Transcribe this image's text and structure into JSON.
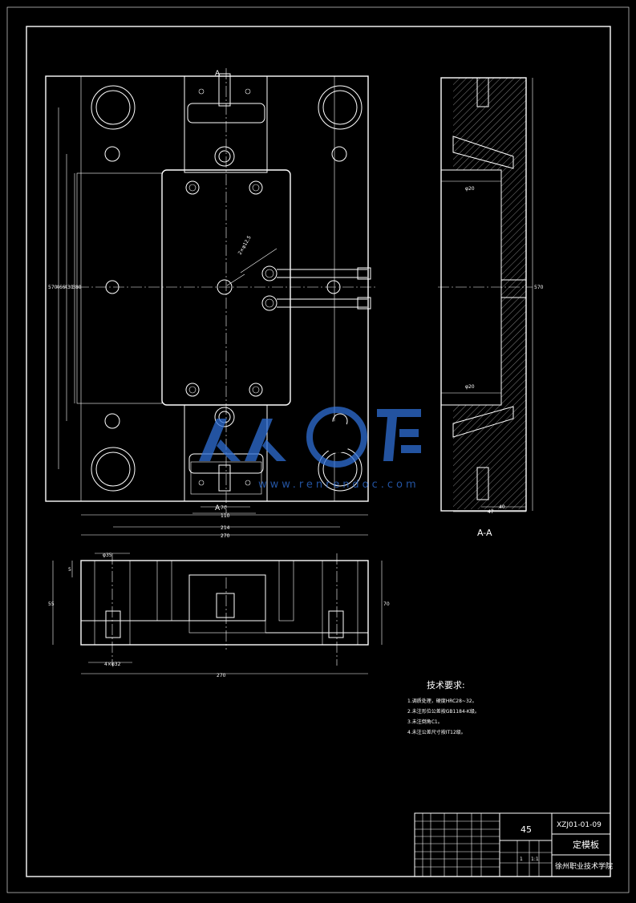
{
  "drawing": {
    "section_label": "A-A",
    "section_marks": [
      "A",
      "A"
    ],
    "watermark": {
      "brand": "人人文库",
      "url": "www.renrendoc.com"
    },
    "tech_requirements": {
      "heading": "技术要求:",
      "items": [
        "1.调质处理，硬度HRC28~32。",
        "2.未注形位公差按GB1184-K级。",
        "3.未注倒角C1。",
        "4.未注公差尺寸按IT12级。"
      ]
    },
    "title_block": {
      "material": "45",
      "drawing_number": "XZJ01-01-09",
      "part_name": "定模板",
      "school": "徐州职业技术学院",
      "scale": "1:1",
      "quantity": "1"
    }
  }
}
